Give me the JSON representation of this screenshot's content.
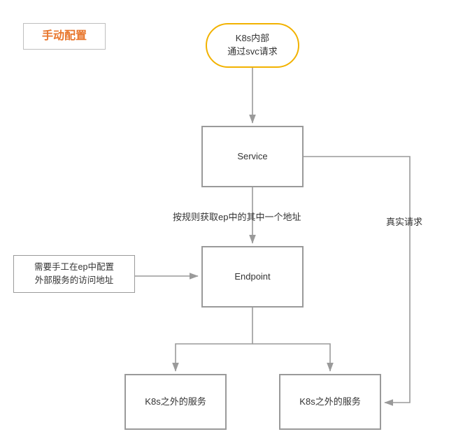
{
  "diagram": {
    "title_badge": "手动配置",
    "nodes": {
      "start": "K8s内部\n通过svc请求",
      "service": "Service",
      "endpoint": "Endpoint",
      "note": "需要手工在ep中配置\n外部服务的访问地址",
      "ext_left": "K8s之外的服务",
      "ext_right": "K8s之外的服务"
    },
    "edge_labels": {
      "rule": "按规则获取ep中的其中一个地址",
      "real": "真实请求"
    },
    "colors": {
      "accent_orange": "#E8762C",
      "start_border": "#F2B200",
      "box_border": "#9a9a9a",
      "line": "#9a9a9a",
      "text": "#333333",
      "background": "#ffffff"
    }
  }
}
